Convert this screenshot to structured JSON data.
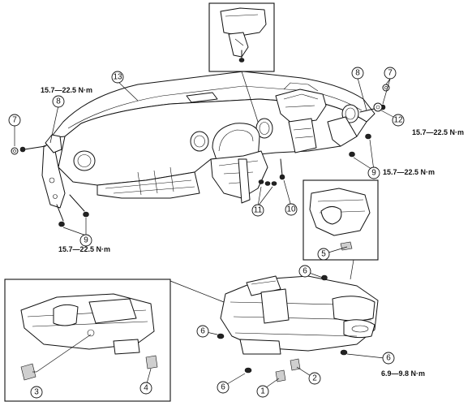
{
  "callouts": [
    {
      "id": "c1",
      "label": "1"
    },
    {
      "id": "c2",
      "label": "2"
    },
    {
      "id": "c3",
      "label": "3"
    },
    {
      "id": "c4",
      "label": "4"
    },
    {
      "id": "c5",
      "label": "5"
    },
    {
      "id": "c6a",
      "label": "6"
    },
    {
      "id": "c6b",
      "label": "6"
    },
    {
      "id": "c6c",
      "label": "6"
    },
    {
      "id": "c6d",
      "label": "6"
    },
    {
      "id": "c7a",
      "label": "7"
    },
    {
      "id": "c7b",
      "label": "7"
    },
    {
      "id": "c8a",
      "label": "8"
    },
    {
      "id": "c8b",
      "label": "8"
    },
    {
      "id": "c9a",
      "label": "9"
    },
    {
      "id": "c9b",
      "label": "9"
    },
    {
      "id": "c10",
      "label": "10"
    },
    {
      "id": "c11",
      "label": "11"
    },
    {
      "id": "c12",
      "label": "12"
    },
    {
      "id": "c13",
      "label": "13"
    }
  ],
  "torques": {
    "left_top": "15.7—22.5 N·m",
    "right_top": "15.7—22.5 N·m",
    "right_mid": "15.7—22.5 N·m",
    "left_bottom": "15.7—22.5 N·m",
    "heater_unit": "6.9—9.8 N·m"
  }
}
